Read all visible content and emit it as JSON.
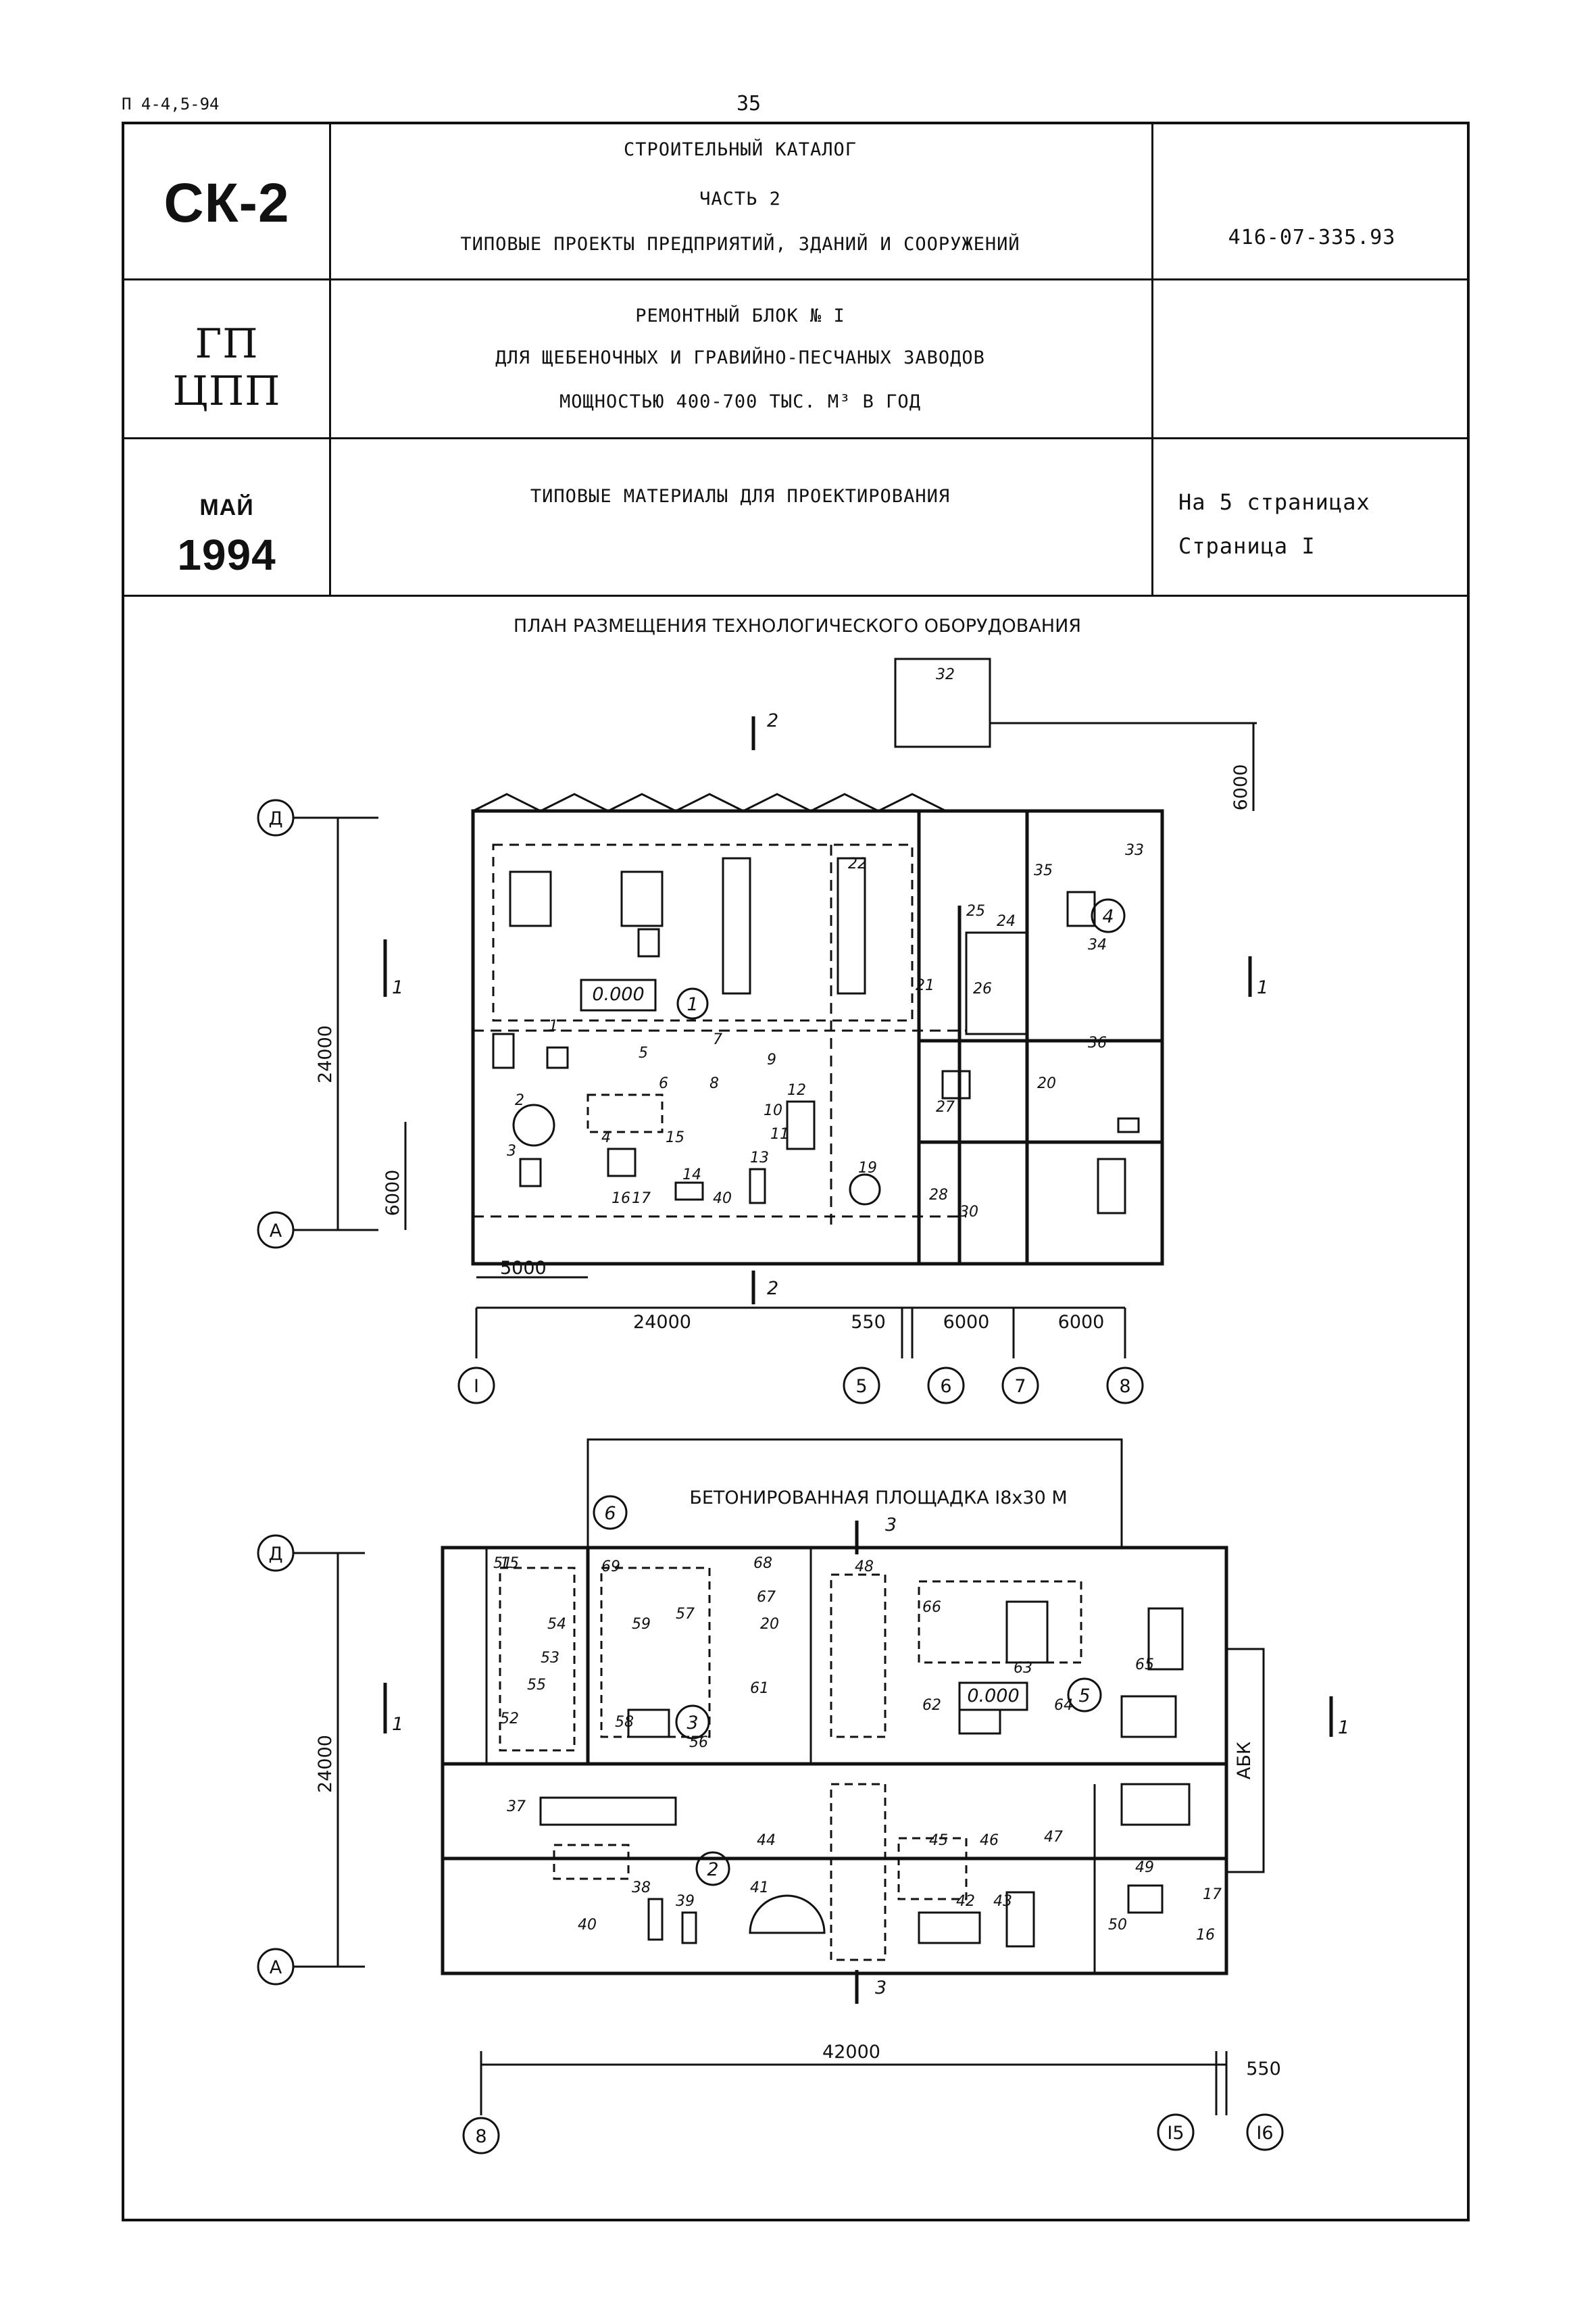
{
  "header": {
    "doc_code": "П 4-4,5-94",
    "page_number": "35"
  },
  "title_block": {
    "series": "СК-2",
    "catalog_line1": "СТРОИТЕЛЬНЫЙ КАТАЛОГ",
    "catalog_line2": "ЧАСТЬ 2",
    "catalog_line3": "ТИПОВЫЕ ПРОЕКТЫ ПРЕДПРИЯТИЙ, ЗДАНИЙ И СООРУЖЕНИЙ",
    "project_code": "416-07-335.93",
    "section_line1": "ГП",
    "section_line2": "ЦПП",
    "object_line1": "РЕМОНТНЫЙ БЛОК № I",
    "object_line2": "ДЛЯ ЩЕБЕНОЧНЫХ И ГРАВИЙНО-ПЕСЧАНЫХ ЗАВОДОВ",
    "object_line3": "МОЩНОСТЬЮ 400-700 ТЫС. М³ В ГОД",
    "month": "МАЙ",
    "year": "1994",
    "materials": "ТИПОВЫЕ МАТЕРИАЛЫ ДЛЯ ПРОЕКТИРОВАНИЯ",
    "pages_total": "На 5 страницах",
    "page_current": "Страница I"
  },
  "drawing": {
    "title": "ПЛАН РАЗМЕЩЕНИЯ ТЕХНОЛОГИЧЕСКОГО ОБОРУДОВАНИЯ",
    "upper_plan": {
      "axis_rows": [
        "Д",
        "А"
      ],
      "axis_cols": [
        "I",
        "5",
        "6",
        "7",
        "8"
      ],
      "dims_horizontal": [
        "5000",
        "24000",
        "550",
        "6000",
        "6000"
      ],
      "dims_vertical": [
        "24000",
        "6000",
        "6000"
      ],
      "level_mark": "0.000",
      "zones": [
        "1",
        "4"
      ],
      "section_marks": [
        "2",
        "1"
      ],
      "equipment_labels": [
        "1",
        "2",
        "3",
        "4",
        "5",
        "6",
        "7",
        "8",
        "9",
        "10",
        "11",
        "12",
        "13",
        "14",
        "15",
        "16",
        "17",
        "19",
        "20",
        "21",
        "22",
        "24",
        "25",
        "26",
        "27",
        "28",
        "30",
        "32",
        "33",
        "34",
        "35",
        "36",
        "40"
      ]
    },
    "lower_plan": {
      "axis_rows": [
        "Д",
        "А"
      ],
      "axis_cols": [
        "8",
        "I5",
        "I6"
      ],
      "dims_horizontal": [
        "42000",
        "550"
      ],
      "dims_vertical": [
        "24000"
      ],
      "level_mark": "0.000",
      "zones": [
        "2",
        "3",
        "5",
        "6"
      ],
      "concrete_area": "БЕТОНИРОВАННАЯ ПЛОЩАДКА I8x30 М",
      "annex_label": "АБК",
      "section_marks": [
        "3",
        "1"
      ],
      "equipment_labels": [
        "15",
        "16",
        "17",
        "20",
        "37",
        "38",
        "39",
        "40",
        "41",
        "42",
        "43",
        "44",
        "45",
        "46",
        "47",
        "48",
        "49",
        "50",
        "51",
        "52",
        "53",
        "54",
        "55",
        "56",
        "57",
        "58",
        "59",
        "61",
        "62",
        "63",
        "64",
        "65",
        "66",
        "67",
        "68",
        "69"
      ]
    }
  }
}
